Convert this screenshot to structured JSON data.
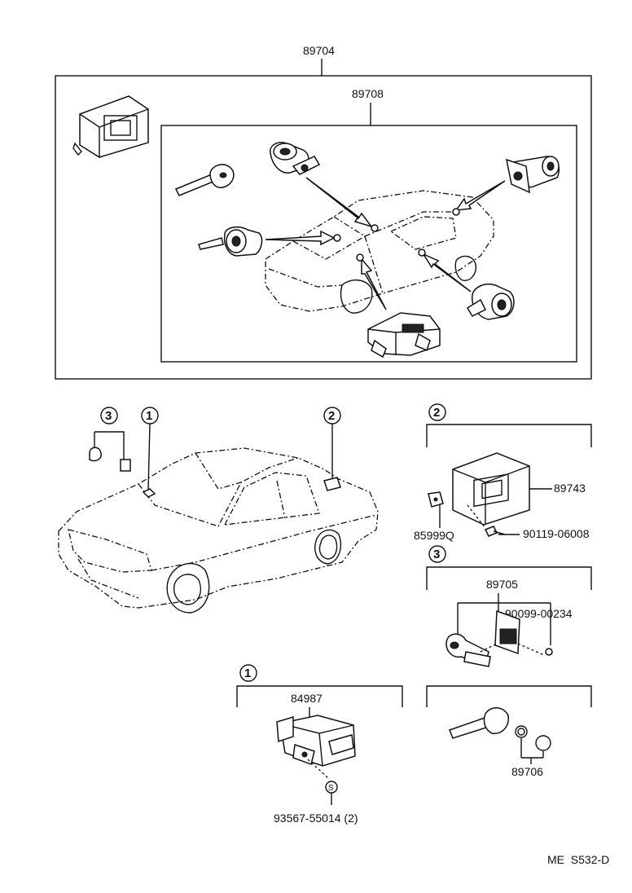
{
  "parts": {
    "assembly": "89704",
    "lock_set": "89708",
    "ecu": "89743",
    "bracket": "85999Q",
    "screw": "90119-06008",
    "key_transmitter": "89705",
    "battery": "90099-00234",
    "sensor": "84987",
    "nut_bolt": "93567-55014 (2)",
    "key_plate": "89706"
  },
  "callouts": {
    "one": "1",
    "two": "2",
    "three": "3",
    "s_mark": "S"
  },
  "footer_code": "ME  S532-D"
}
